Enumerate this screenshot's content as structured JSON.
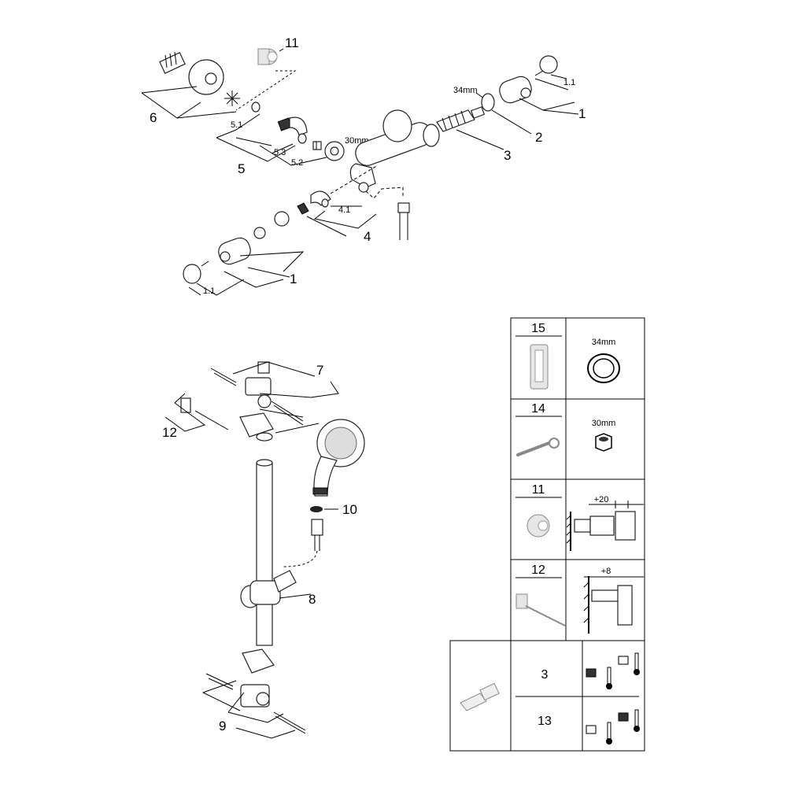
{
  "labels": {
    "p11": "11",
    "p6": "6",
    "p1a": "1",
    "p1_1a": "1.1",
    "p2": "2",
    "p3": "3",
    "p5": "5",
    "p5_1": "5.1",
    "p5_2": "5.2",
    "p5_3": "5.3",
    "p4": "4",
    "p4_1": "4.1",
    "p1b": "1",
    "p1_1b": "1.1",
    "p7": "7",
    "p12": "12",
    "p10": "10",
    "p8": "8",
    "p9": "9"
  },
  "dims": {
    "d34a": "34mm",
    "d30a": "30mm"
  },
  "table": {
    "r15": {
      "num": "15",
      "dim": "34mm"
    },
    "r14": {
      "num": "14",
      "dim": "30mm"
    },
    "r11": {
      "num": "11",
      "dim": "+20"
    },
    "r12": {
      "num": "12",
      "dim": "+8"
    },
    "r3": {
      "num": "3"
    },
    "r13": {
      "num": "13"
    }
  }
}
